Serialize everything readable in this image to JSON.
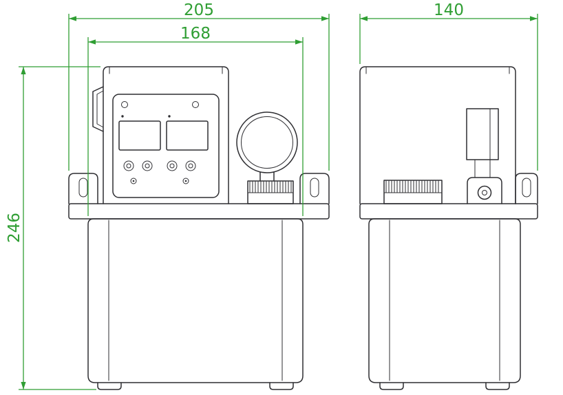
{
  "dimensions": {
    "overall_width": "205",
    "inner_width": "168",
    "overall_height": "246",
    "depth": "140"
  },
  "colors": {
    "dimension": "#2f9e33",
    "outline": "#2d2d31",
    "background": "#ffffff"
  }
}
